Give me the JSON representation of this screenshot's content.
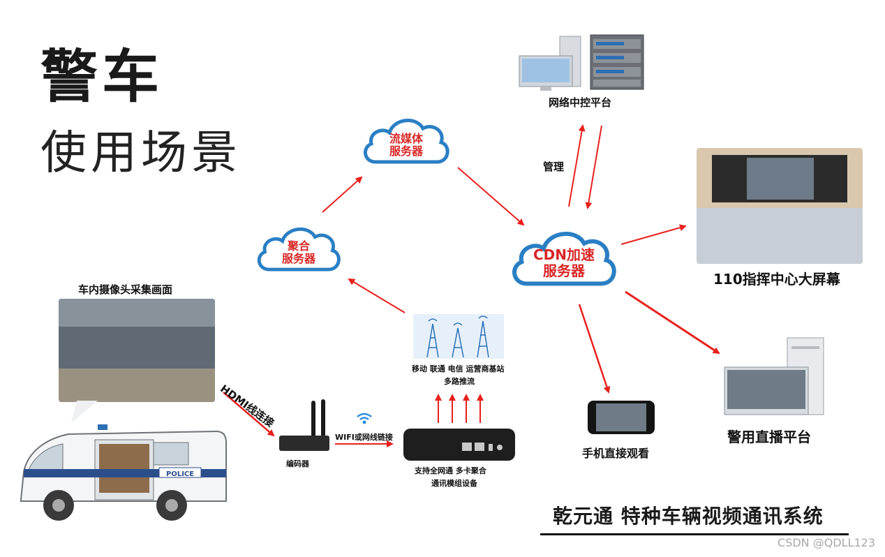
{
  "title": {
    "main": "警车",
    "sub": "使用场景"
  },
  "clouds": {
    "streaming": "流媒体\n服务器",
    "aggregate": "聚合\n服务器",
    "cdn": "CDN加速\n服务器"
  },
  "labels": {
    "network_center": "网络中控平台",
    "manage": "管理",
    "command_center": "110指挥中心大屏幕",
    "camera_capture": "车内摄像头采集画面",
    "hdmi": "HDMI线连接",
    "encoder": "编码器",
    "wifi": "WIFI或网线链接",
    "base_station_line1": "移动 联通 电信 运营商基站",
    "base_station_line2": "多路推流",
    "device_line1": "支持全网通 多卡聚合",
    "device_line2": "通讯模组设备",
    "mobile": "手机直接观看",
    "police_live": "警用直播平台",
    "van_sign": "POLICE"
  },
  "footer": {
    "title": "乾元通 特种车辆视频通讯系统",
    "watermark": "CSDN @QDLL123"
  },
  "colors": {
    "arrow": "#e8201c",
    "cloud_stroke": "#2a7fc4",
    "cloud_text": "#d92626"
  }
}
